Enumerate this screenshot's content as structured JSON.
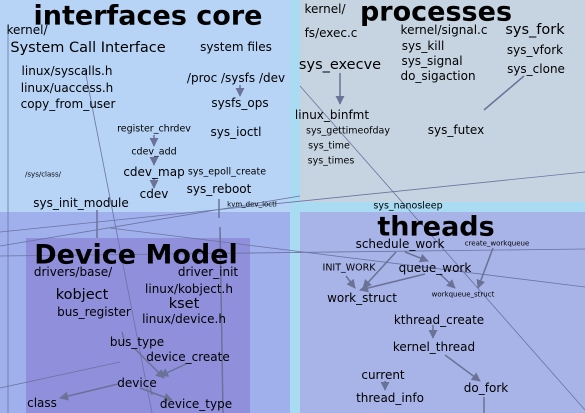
{
  "colors": {
    "background": "#a9dcf2",
    "interfaces_core": "#b7d4f7",
    "processes": "#c6d4e2",
    "threads": "#a8b4e8",
    "device_model_outer": "#9fb0ec",
    "device_model": "#8f8fdc",
    "edge": "#6a7296",
    "long_line": "#6b73a0"
  },
  "sections": {
    "interfaces_core": "interfaces core",
    "processes": "processes",
    "threads": "threads",
    "device_model": "Device Model"
  },
  "nodes": [
    {
      "key": "kernel-left",
      "text": "kernel/"
    },
    {
      "key": "syscall-interface",
      "text": "System Call Interface"
    },
    {
      "key": "system-files",
      "text": "system files"
    },
    {
      "key": "syscalls-h",
      "text": "linux/syscalls.h"
    },
    {
      "key": "proc-sysfs-dev",
      "text": "/proc  /sysfs  /dev"
    },
    {
      "key": "uaccess-h",
      "text": "linux/uaccess.h"
    },
    {
      "key": "copy-from-user",
      "text": "copy_from_user"
    },
    {
      "key": "sysfs-ops",
      "text": "sysfs_ops"
    },
    {
      "key": "register-chrdev",
      "text": "register_chrdev"
    },
    {
      "key": "sys-ioctl",
      "text": "sys_ioctl"
    },
    {
      "key": "cdev-add",
      "text": "cdev_add"
    },
    {
      "key": "cdev-map",
      "text": "cdev_map"
    },
    {
      "key": "sys-epoll-create",
      "text": "sys_epoll_create"
    },
    {
      "key": "sys-reboot",
      "text": "sys_reboot"
    },
    {
      "key": "cdev",
      "text": "cdev"
    },
    {
      "key": "sys-class",
      "text": "/sys/class/"
    },
    {
      "key": "sys-init-module",
      "text": "sys_init_module"
    },
    {
      "key": "kvm-dev-ioctl",
      "text": "kvm_dev_ioctl"
    },
    {
      "key": "kernel-right",
      "text": "kernel/"
    },
    {
      "key": "fs-exec-c",
      "text": "fs/exec.c"
    },
    {
      "key": "kernel-signal-c",
      "text": "kernel/signal.c"
    },
    {
      "key": "sys-fork",
      "text": "sys_fork"
    },
    {
      "key": "sys-kill",
      "text": "sys_kill"
    },
    {
      "key": "sys-vfork",
      "text": "sys_vfork"
    },
    {
      "key": "sys-execve",
      "text": "sys_execve"
    },
    {
      "key": "sys-signal",
      "text": "sys_signal"
    },
    {
      "key": "sys-clone",
      "text": "sys_clone"
    },
    {
      "key": "do-sigaction",
      "text": "do_sigaction"
    },
    {
      "key": "linux-binfmt",
      "text": "linux_binfmt"
    },
    {
      "key": "sys-gettimeofday",
      "text": "sys_gettimeofday"
    },
    {
      "key": "sys-futex",
      "text": "sys_futex"
    },
    {
      "key": "sys-time",
      "text": "sys_time"
    },
    {
      "key": "sys-times",
      "text": "sys_times"
    },
    {
      "key": "sys-nanosleep",
      "text": "sys_nanosleep"
    },
    {
      "key": "schedule-work",
      "text": "schedule_work"
    },
    {
      "key": "create-workqueue",
      "text": "create_workqueue"
    },
    {
      "key": "init-work",
      "text": "INIT_WORK"
    },
    {
      "key": "queue-work",
      "text": "queue_work"
    },
    {
      "key": "work-struct",
      "text": "work_struct"
    },
    {
      "key": "workqueue-struct",
      "text": "workqueue_struct"
    },
    {
      "key": "kthread-create",
      "text": "kthread_create"
    },
    {
      "key": "kernel-thread",
      "text": "kernel_thread"
    },
    {
      "key": "current",
      "text": "current"
    },
    {
      "key": "do-fork",
      "text": "do_fork"
    },
    {
      "key": "thread-info",
      "text": "thread_info"
    },
    {
      "key": "drivers-base",
      "text": "drivers/base/"
    },
    {
      "key": "driver-init",
      "text": "driver_init"
    },
    {
      "key": "kobject-h",
      "text": "linux/kobject.h"
    },
    {
      "key": "kobject",
      "text": "kobject"
    },
    {
      "key": "kset",
      "text": "kset"
    },
    {
      "key": "bus-register",
      "text": "bus_register"
    },
    {
      "key": "device-h",
      "text": "linux/device.h"
    },
    {
      "key": "bus-type",
      "text": "bus_type"
    },
    {
      "key": "device-create",
      "text": "device_create"
    },
    {
      "key": "device",
      "text": "device"
    },
    {
      "key": "class",
      "text": "class"
    },
    {
      "key": "device-type",
      "text": "device_type"
    }
  ]
}
